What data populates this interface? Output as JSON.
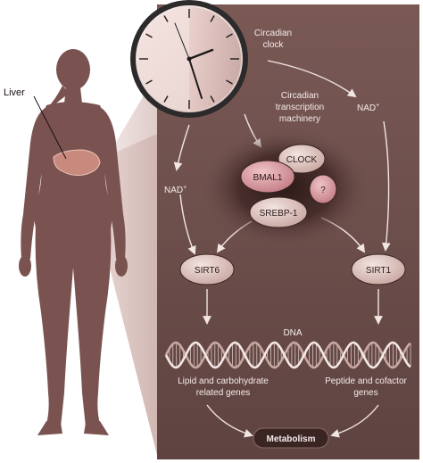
{
  "labels": {
    "liver": "Liver",
    "circadian_clock_line1": "Circadian",
    "circadian_clock_line2": "clock",
    "machinery_line1": "Circadian",
    "machinery_line2": "transcription",
    "machinery_line3": "machinery",
    "nad_right": "NAD",
    "nad_left": "NAD",
    "nad_superscript": "+",
    "clock": "CLOCK",
    "bmal1": "BMAL1",
    "unknown": "?",
    "srebp1": "SREBP-1",
    "sirt6": "SIRT6",
    "sirt1": "SIRT1",
    "dna": "DNA",
    "lipid_line1": "Lipid and carbohydrate",
    "lipid_line2": "related genes",
    "peptide_line1": "Peptide and cofactor",
    "peptide_line2": "genes",
    "metabolism": "Metabolism"
  },
  "colors": {
    "panel": "#6e4f4b",
    "panel_dark": "#5a3f3c",
    "body": "#7a5350",
    "liver": "#c98a7e",
    "node_light": "#e2c8c3",
    "node_pink": "#d79aa0",
    "glow": "#2a1716",
    "text_light": "#f5eceb",
    "metabolism_bg": "#3a2523"
  }
}
